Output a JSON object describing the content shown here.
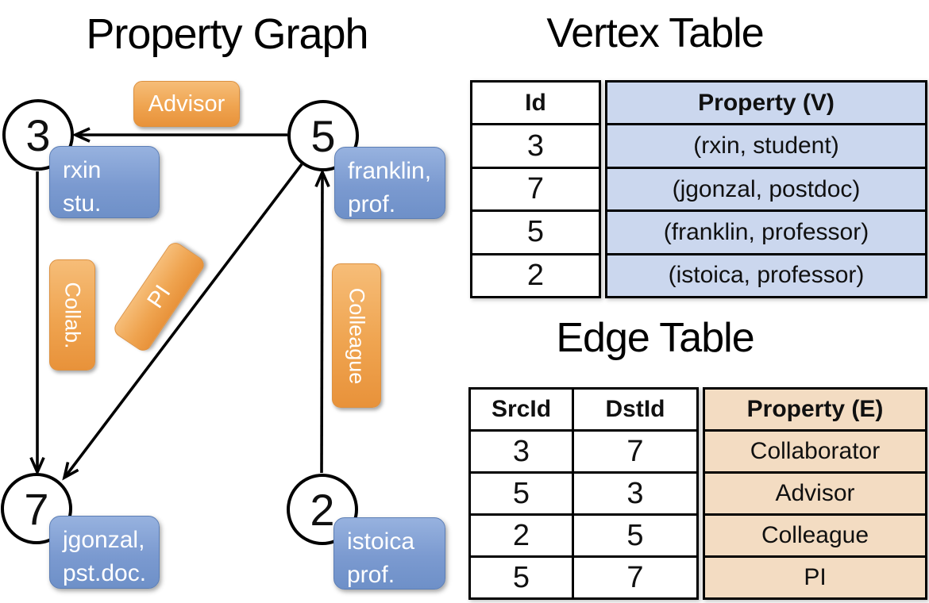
{
  "titles": {
    "graph": "Property Graph",
    "vertex_table": "Vertex Table",
    "edge_table": "Edge Table"
  },
  "graph": {
    "nodes": [
      {
        "id": "3",
        "callout_line1": "rxin",
        "callout_line2": "stu."
      },
      {
        "id": "5",
        "callout_line1": "franklin,",
        "callout_line2": "prof."
      },
      {
        "id": "7",
        "callout_line1": "jgonzal,",
        "callout_line2": "pst.doc."
      },
      {
        "id": "2",
        "callout_line1": "istoica",
        "callout_line2": "prof."
      }
    ],
    "edge_labels": {
      "advisor": "Advisor",
      "collab": "Collab.",
      "pi": "PI",
      "colleague": "Colleague"
    }
  },
  "vertex_table": {
    "headers": {
      "id": "Id",
      "property": "Property (V)"
    },
    "rows": [
      {
        "id": "3",
        "property": "(rxin, student)"
      },
      {
        "id": "7",
        "property": "(jgonzal, postdoc)"
      },
      {
        "id": "5",
        "property": "(franklin, professor)"
      },
      {
        "id": "2",
        "property": "(istoica, professor)"
      }
    ]
  },
  "edge_table": {
    "headers": {
      "src": "SrcId",
      "dst": "DstId",
      "property": "Property (E)"
    },
    "rows": [
      {
        "src": "3",
        "dst": "7",
        "property": "Collaborator"
      },
      {
        "src": "5",
        "dst": "3",
        "property": "Advisor"
      },
      {
        "src": "2",
        "dst": "5",
        "property": "Colleague"
      },
      {
        "src": "5",
        "dst": "7",
        "property": "PI"
      }
    ]
  },
  "colors": {
    "edge_label_orange_top": "#f6bd78",
    "edge_label_orange_bottom": "#e8923a",
    "vertex_callout_blue_top": "#97b2df",
    "vertex_callout_blue_bottom": "#6e90c8",
    "vertex_table_fill": "#cbd7ee",
    "edge_table_fill": "#f3dcc2",
    "line_color": "#000000",
    "background": "#ffffff"
  }
}
